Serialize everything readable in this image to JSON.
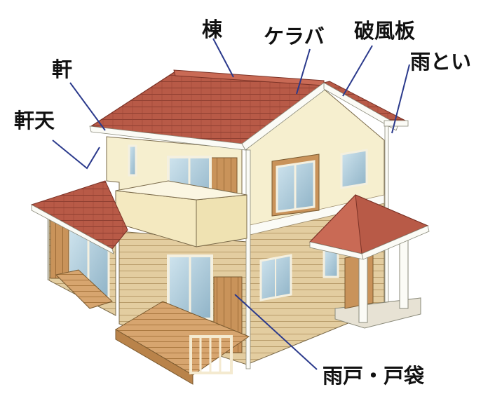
{
  "labels": {
    "ridge": "棟",
    "verge": "ケラバ",
    "barge_board": "破風板",
    "eaves": "軒",
    "gutter": "雨とい",
    "soffit": "軒天",
    "storm_shutter": "雨戸・戸袋"
  },
  "colors": {
    "roof": "#b85a47",
    "roof_dark": "#8e3f31",
    "wall_cream": "#f6efcf",
    "siding": "#e3cda0",
    "wood": "#c9935a",
    "deck": "#d7a56f",
    "trim": "#fbfbf6",
    "leader": "#2b3a8c",
    "text": "#111111"
  }
}
